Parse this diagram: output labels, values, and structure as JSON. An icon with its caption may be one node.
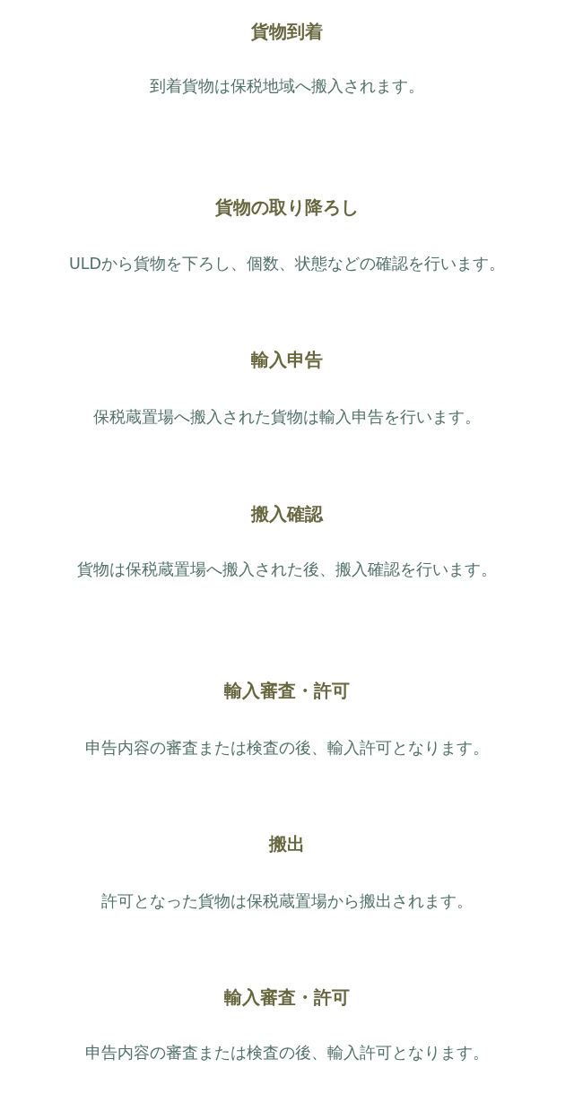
{
  "diagram": {
    "labels": [
      "貨物到着",
      "到着貨物は保税地域へ搬入されます。",
      "貨物の取り降ろし",
      "ULDから貨物を下ろし、個数、状態などの確認を行います。",
      "輸入申告",
      "保税蔵置場へ搬入された貨物は輸入申告を行います。",
      "搬入確認",
      "貨物は保税蔵置場へ搬入された後、搬入確認を行います。",
      "輸入審査・許可",
      "申告内容の審査または検査の後、輸入許可となります。",
      "搬出",
      "許可となった貨物は保税蔵置場から搬出されます。",
      "輸入審査・許可",
      "申告内容の審査または検査の後、輸入許可となります。"
    ]
  }
}
